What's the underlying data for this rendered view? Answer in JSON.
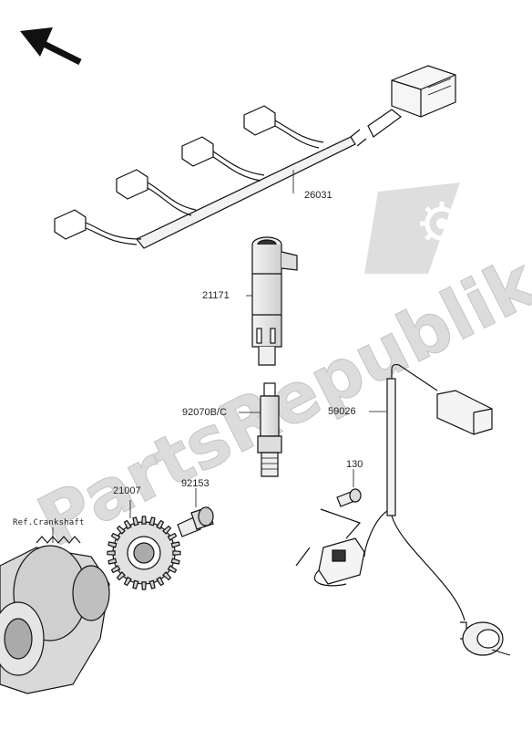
{
  "watermark": {
    "text": "PartsRepublik",
    "color": "#d6d6d6",
    "icon": "gear-icon"
  },
  "callouts": {
    "wire_harness": "26031",
    "ignition_coil": "21171",
    "spark_plug": "92070B/C",
    "crank_sensor_assy": "59026",
    "bolt_small": "130",
    "bolt": "92153",
    "rotor_gear": "21007",
    "crankshaft_ref": "Ref.Crankshaft"
  },
  "orientation_icon": "front-arrow-icon"
}
